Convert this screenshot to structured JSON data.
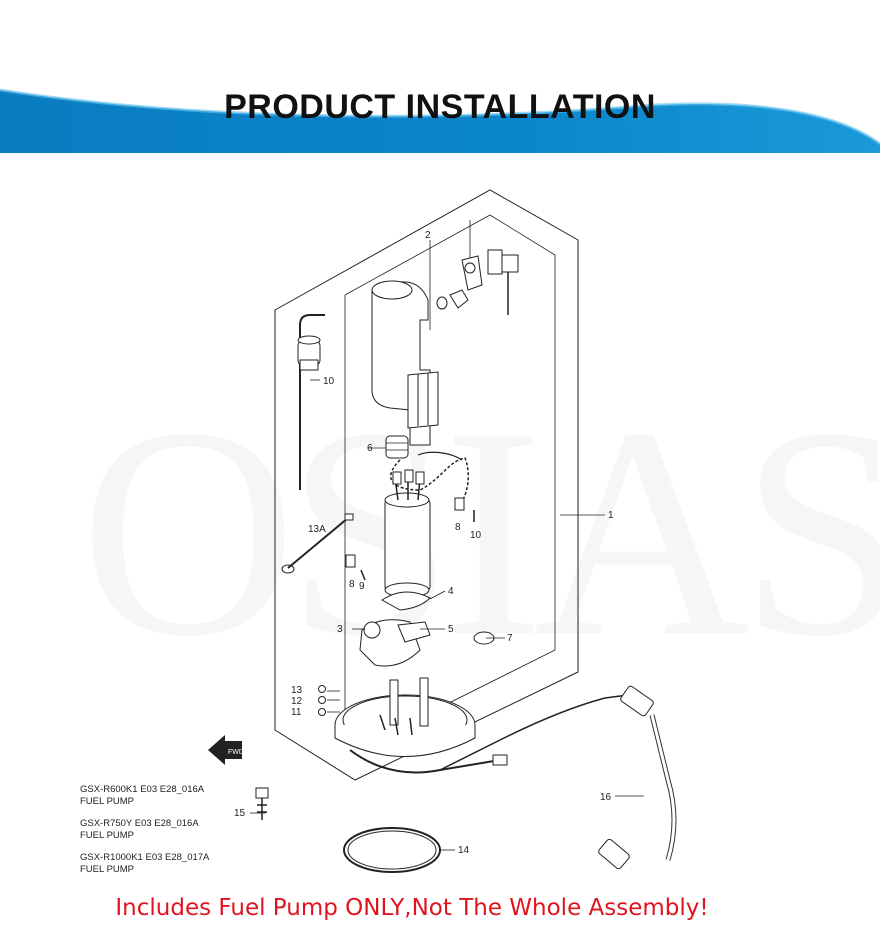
{
  "header": {
    "title": "PRODUCT INSTALLATION",
    "banner_color": "#0a7cc0"
  },
  "watermark": {
    "text": "OSIAS"
  },
  "diagram": {
    "callouts": {
      "c1": "1",
      "c2": "2",
      "c3": "3",
      "c4": "4",
      "c5": "5",
      "c6": "6",
      "c7": "7",
      "c8a": "8",
      "c8b": "8",
      "c9": "9",
      "c10a": "10",
      "c10b": "10",
      "c11": "11",
      "c12": "12",
      "c13": "13",
      "c13a": "13A",
      "c14": "14",
      "c15": "15",
      "c16": "16"
    },
    "fwd_label": "FWD"
  },
  "captions": [
    {
      "model": "GSX-R600K1 E03 E28_016A",
      "part": "FUEL PUMP"
    },
    {
      "model": "GSX-R750Y E03 E28_016A",
      "part": "FUEL PUMP"
    },
    {
      "model": "GSX-R1000K1 E03 E28_017A",
      "part": "FUEL PUMP"
    }
  ],
  "footer": {
    "note": "Includes Fuel Pump ONLY,Not The Whole Assembly!",
    "color": "#e0141e"
  }
}
